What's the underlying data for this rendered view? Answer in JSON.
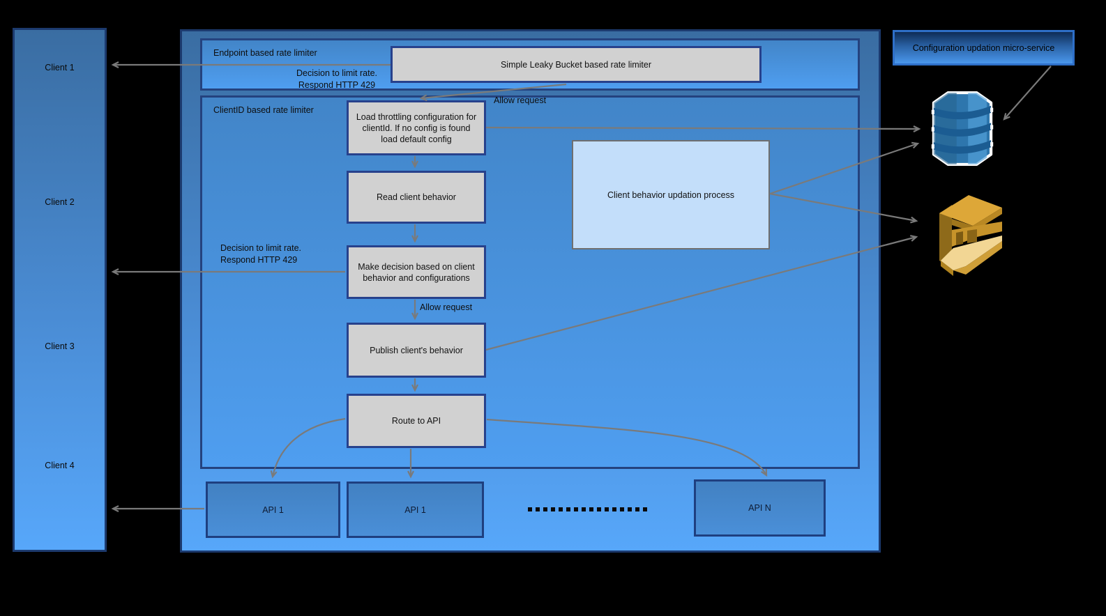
{
  "diagram": {
    "clients": [
      "Client 1",
      "Client 2",
      "Client 3",
      "Client 4"
    ],
    "endpoint_limiter": {
      "title": "Endpoint based rate limiter",
      "leaky_bucket": "Simple Leaky Bucket based rate limiter"
    },
    "clientid_limiter": {
      "title": "ClientID based rate limiter",
      "load_config": "Load throttling configuration for clientId. If no config is found load default config",
      "read_behavior": "Read client behavior",
      "make_decision": "Make decision based on client behavior and configurations",
      "publish_behavior": "Publish client's behavior",
      "route_to_api": "Route to API",
      "behavior_updation": "Client behavior updation process"
    },
    "annotations": {
      "decision_top": {
        "line1": "Decision to limit rate.",
        "line2": "Respond HTTP 429"
      },
      "allow_top": "Allow request",
      "decision_mid": {
        "line1": "Decision to limit rate.",
        "line2": "Respond HTTP 429"
      },
      "allow_mid": "Allow request"
    },
    "apis": [
      "API 1",
      "API 1",
      "API N"
    ],
    "config_service": "Configuration updation micro-service",
    "icons": {
      "dynamodb": "dynamodb-database-icon",
      "sqs": "sqs-queue-icon"
    },
    "colors": {
      "background": "#000000",
      "panel_border": "#1c3a6e",
      "panel_fill_top": "#3a6da2",
      "panel_fill_bottom": "#57a7fa",
      "section_fill": "#4285c8",
      "process_fill": "#d1d1d1",
      "process_border": "#27418c",
      "updation_fill": "#c3defa",
      "api_fill": "#4281c2",
      "config_border": "#2e6fc8",
      "arrow": "#7a7a7a",
      "dynamodb_blue": "#2e76ad",
      "sqs_gold": "#c6932a"
    }
  }
}
